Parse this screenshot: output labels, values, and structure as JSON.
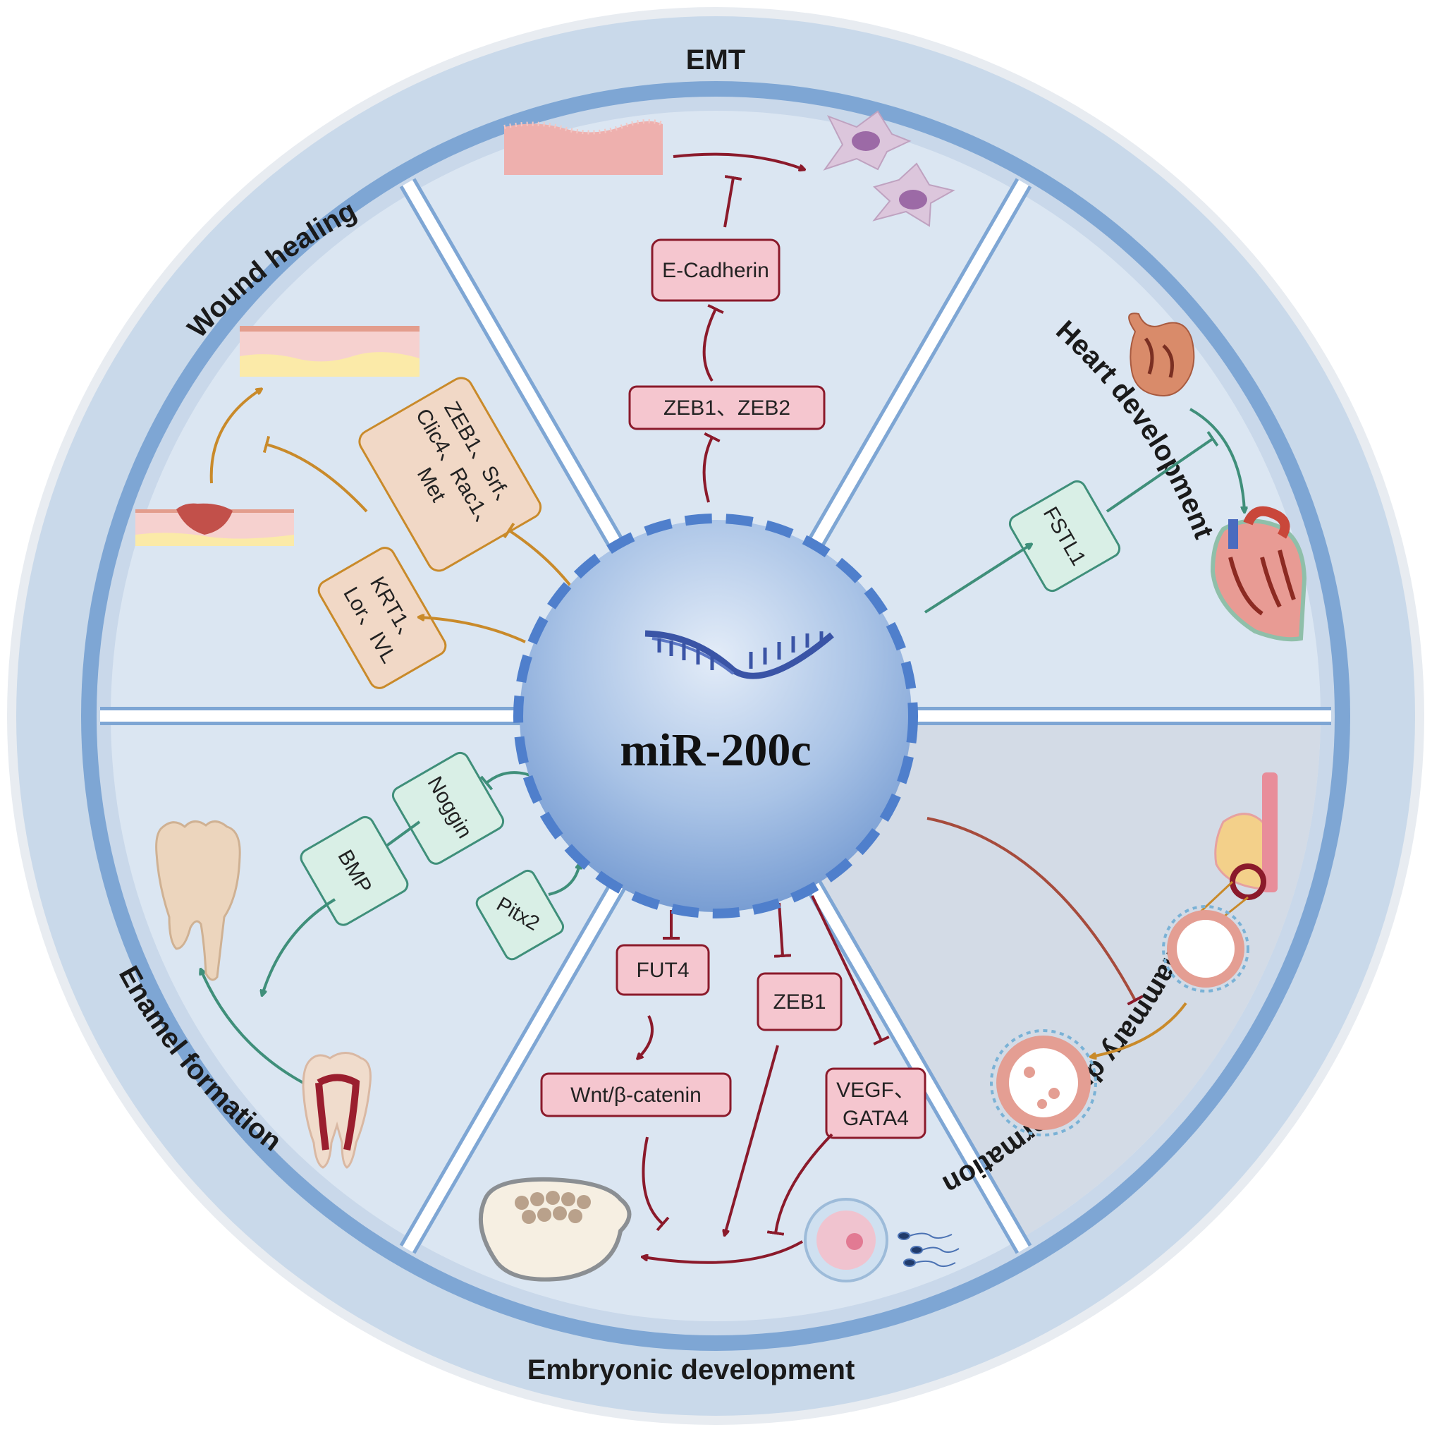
{
  "center": {
    "label": "miR-200c"
  },
  "sectors": {
    "emt": "EMT",
    "heart": "Heart development",
    "mammary": "Mammary duct formation",
    "embryonic": "Embryonic development",
    "enamel": "Enamel formation",
    "wound": "Wound healing"
  },
  "boxes": {
    "e_cadherin": "E-Cadherin",
    "zeb1_zeb2": "ZEB1、ZEB2",
    "fstl1": "FSTL1",
    "fut4": "FUT4",
    "zeb1": "ZEB1",
    "wnt": "Wnt/β-catenin",
    "vegf_line1": "VEGF、",
    "vegf_line2": "GATA4",
    "noggin": "Noggin",
    "bmp": "BMP",
    "pitx2": "Pitx2",
    "wound_targets_line1": "ZEB1、Srf、",
    "wound_targets_line2": "Clic4、Rac1、",
    "wound_targets_line3": "Met",
    "krt_line1": "KRT1、",
    "krt_line2": "Lor、IVL"
  },
  "colors": {
    "red_pathway": "#8b1a2b",
    "orange_pathway": "#c98a2a",
    "green_pathway": "#3f8f7a",
    "pink_box_fill": "#f5c6cf",
    "green_box_fill": "#d9efe6",
    "tan_box_fill": "#f1d8c6",
    "ring_blue": "#7ea6d4",
    "sector_fill": "#dbe6f2"
  },
  "icons": [
    "dna-icon",
    "epithelium-icon",
    "mesenchymal-cell-icon",
    "heart-icon",
    "breast-icon",
    "duct-icon",
    "blastocyst-icon",
    "oocyte-sperm-icon",
    "tooth-icon",
    "tooth-section-icon",
    "skin-icon",
    "wound-skin-icon"
  ]
}
